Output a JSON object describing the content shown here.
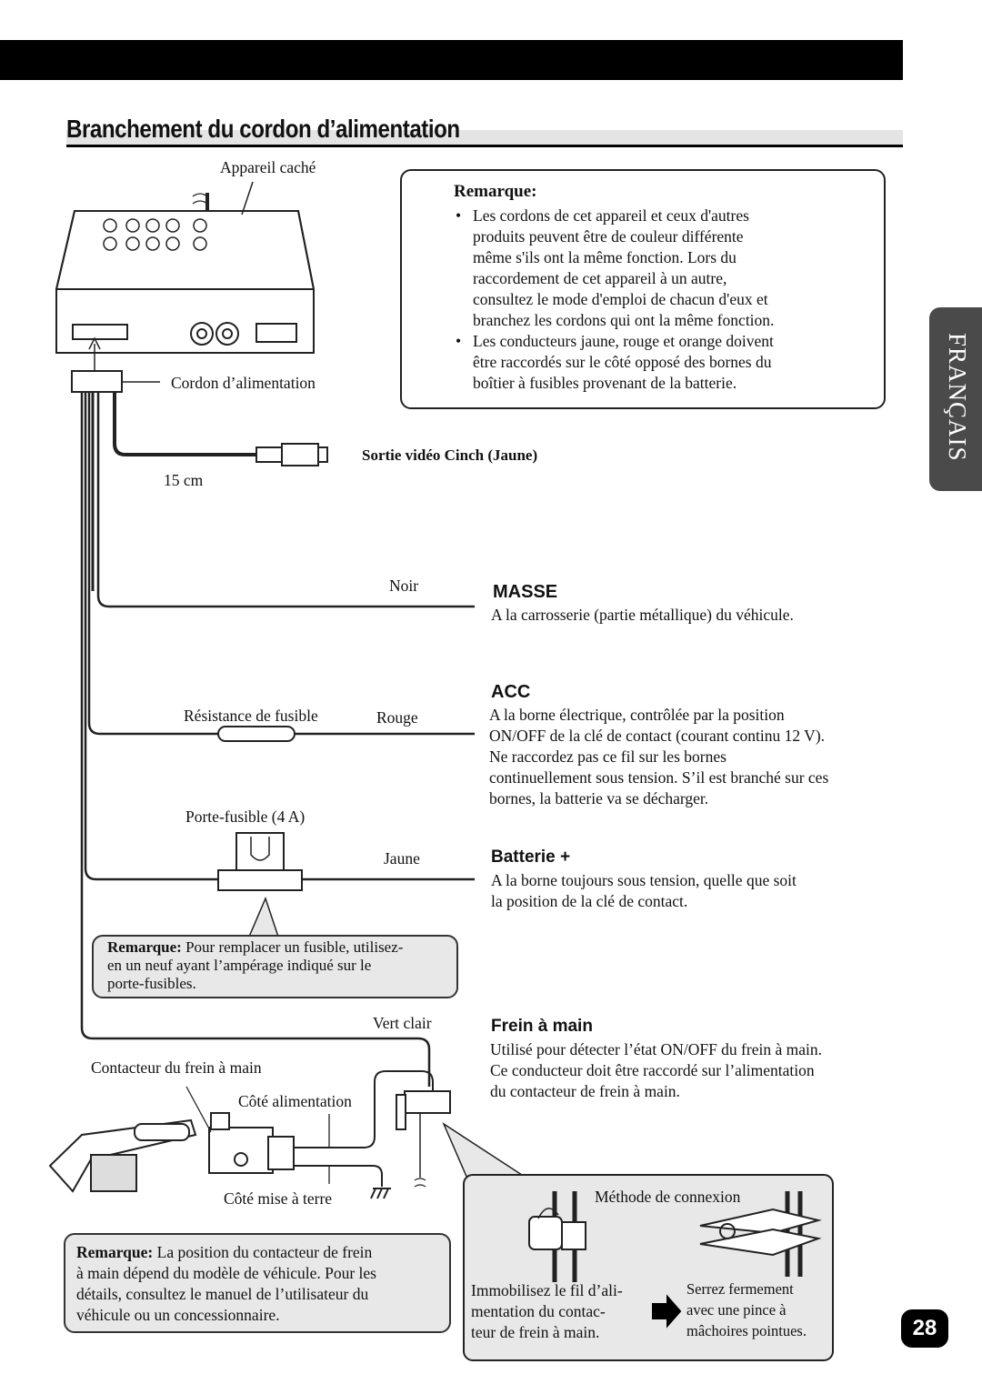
{
  "page": {
    "title": "Branchement du cordon d’alimentation",
    "language_tab": "FRANÇAIS",
    "page_number": "28"
  },
  "diagram": {
    "hidden_unit_label": "Appareil caché",
    "power_cord_label": "Cordon d’alimentation",
    "video_out_label": "Sortie vidéo Cinch (Jaune)",
    "length_label": "15 cm",
    "fuse_resistor_label": "Résistance de fusible",
    "fuse_holder_label": "Porte-fusible (4 A)",
    "parking_switch_label": "Contacteur du frein à main",
    "power_side_label": "Côté alimentation",
    "ground_side_label": "Côté mise à terre",
    "connection_method_label": "Méthode de connexion",
    "step1_text": "Immobilisez le fil d’ali-\nmentation du contac-\nteur de frein à main.",
    "step2_text": "Serrez fermement\navec une pince à\nmâchoires pointues."
  },
  "remark_box": {
    "title": "Remarque:",
    "items": [
      "Les cordons de cet appareil et ceux d'autres\nproduits peuvent être de couleur différente\nmême s'ils ont la même fonction. Lors du\nraccordement de cet appareil à un autre,\nconsultez le mode d'emploi de chacun d'eux et\nbranchez les cordons qui ont la même fonction.",
      "Les conducteurs jaune, rouge et orange doivent\nêtre raccordés sur le côté opposé des bornes du\nboîtier à fusibles provenant de la batterie."
    ]
  },
  "wires": [
    {
      "color_label": "Noir",
      "heading": "MASSE",
      "description": "A la carrosserie (partie métallique) du véhicule."
    },
    {
      "color_label": "Rouge",
      "heading": "ACC",
      "description": "A la borne électrique, contrôlée par la position\nON/OFF de la clé de contact (courant continu 12 V).\nNe raccordez pas ce fil sur les bornes\ncontinuellement sous tension. S’il est branché sur ces\nbornes, la batterie va se décharger."
    },
    {
      "color_label": "Jaune",
      "heading": "Batterie +",
      "description": "A la borne toujours sous tension, quelle que soit\nla position de la clé de contact."
    },
    {
      "color_label": "Vert clair",
      "heading": "Frein à main",
      "description": "Utilisé pour détecter l’état ON/OFF du frein à main.\nCe conducteur doit être raccordé sur l’alimentation\ndu contacteur de frein à main."
    }
  ],
  "fuse_note": {
    "bold": "Remarque:",
    "text": " Pour remplacer un fusible, utilisez-\nen un neuf ayant l’ampérage indiqué sur le\nporte-fusibles."
  },
  "brake_note": {
    "bold": "Remarque:",
    "text": " La position du contacteur de frein\nà main dépend du modèle de véhicule. Pour les\ndétails, consultez le manuel de l’utilisateur du\nvéhicule ou un concessionnaire."
  }
}
